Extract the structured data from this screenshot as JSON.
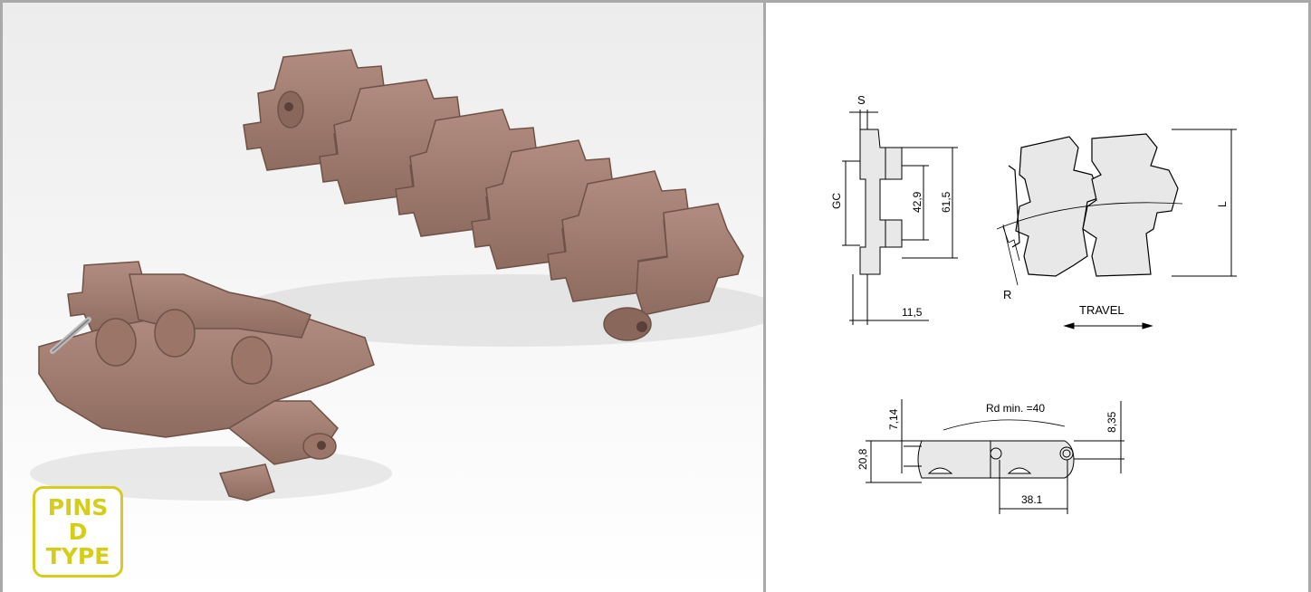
{
  "badge": {
    "line1": "PINS",
    "line2": "D",
    "line3": "TYPE"
  },
  "colors": {
    "chain": "#a07c70",
    "badge": "#d6cc1a",
    "panel_border": "#a9a9a9",
    "part_fill": "#e8e8e8"
  },
  "drawing": {
    "front_view": {
      "s": "S",
      "gc": "GC",
      "inner_dim": "42,9",
      "outer_dim": "61,5",
      "base_dim": "11,5"
    },
    "top_view": {
      "r": "R",
      "l": "L",
      "travel": "TRAVEL"
    },
    "side_view": {
      "rd_min": "Rd min. =40",
      "dim_714": "7,14",
      "dim_208": "20,8",
      "dim_835": "8,35",
      "pitch": "38.1"
    }
  }
}
